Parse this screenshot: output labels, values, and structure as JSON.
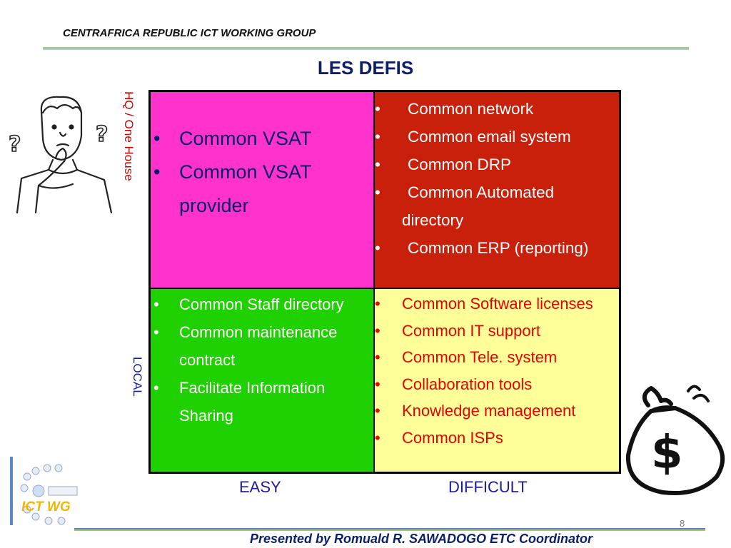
{
  "header": {
    "title": "CENTRAFRICA REPUBLIC ICT WORKING GROUP"
  },
  "slide": {
    "title": "LES DEFIS",
    "page_number": "8"
  },
  "axes": {
    "y_top": "HQ / One House",
    "y_bottom": "LOCAL",
    "x_left": "EASY",
    "x_right": "DIFFICULT"
  },
  "quadrants": {
    "top_left": [
      "Common VSAT",
      "Common VSAT provider"
    ],
    "top_right": [
      "Common network",
      "Common email system",
      "Common DRP",
      "Common Automated directory",
      "Common ERP (reporting)"
    ],
    "bottom_left": [
      "Common Staff directory",
      "Common maintenance contract",
      "Facilitate Information Sharing"
    ],
    "bottom_right": [
      "Common Software licenses",
      "Common IT support",
      "Common Tele. system",
      "Collaboration tools",
      "Knowledge management",
      "Common ISPs"
    ]
  },
  "colors": {
    "top_left": "#ff33cc",
    "top_right": "#c8200a",
    "bottom_left": "#1fd100",
    "bottom_right": "#ffff99"
  },
  "logo": {
    "text": "ICT WG"
  },
  "footer": {
    "text": "Presented by  Romuald R. SAWADOGO  ETC Coordinator"
  }
}
